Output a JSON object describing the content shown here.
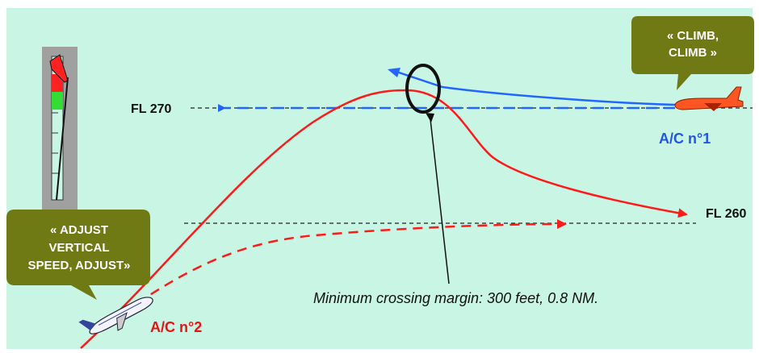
{
  "colors": {
    "background": "#c8f5e4",
    "red_path": "#ff1a1a",
    "blue_path": "#2266ff",
    "callout": "#6f7a14",
    "callout_text": "#ffffff",
    "label_blue": "#2255ee",
    "label_red": "#ee1111",
    "gauge_panel": "#a0a0a0"
  },
  "flight_levels": {
    "upper": "FL 270",
    "lower": "FL 260"
  },
  "aircraft": {
    "ac1": {
      "label": "A/C n°1"
    },
    "ac2": {
      "label": "A/C n°2"
    }
  },
  "callouts": {
    "climb": {
      "line1": "« CLIMB,",
      "line2": "CLIMB »"
    },
    "adjust": {
      "line1": "« ADJUST",
      "line2": "VERTICAL",
      "line3": "SPEED, ADJUST»"
    }
  },
  "annotation": {
    "text": "Minimum crossing margin: 300 feet, 0.8 NM."
  },
  "icons": {
    "gauge": "vertical-speed-indicator-icon",
    "plane1": "airliner-icon",
    "plane2": "airliner-icon"
  }
}
